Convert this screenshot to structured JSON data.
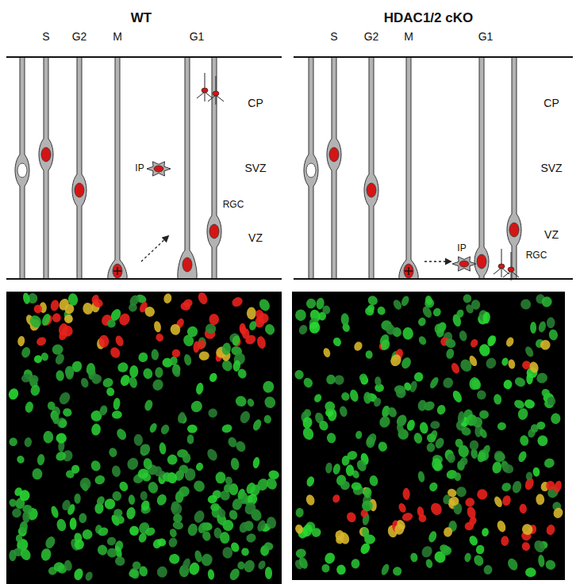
{
  "diagram": {
    "labels": [
      "WT",
      "HDAC1/2 cKO",
      "S",
      "G2",
      "M",
      "G1",
      "CP",
      "SVZ",
      "VZ",
      "IP",
      "RGC",
      "S",
      "G2",
      "M",
      "G1",
      "CP",
      "SVZ",
      "VZ",
      "IP",
      "RGC"
    ]
  }
}
